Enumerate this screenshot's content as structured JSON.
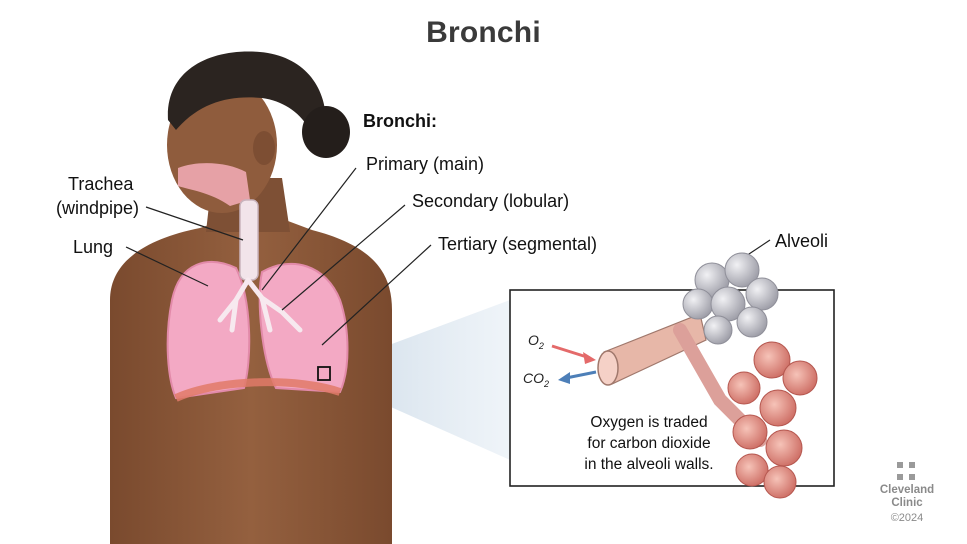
{
  "title": "Bronchi",
  "labels": {
    "bronchi_heading": "Bronchi:",
    "primary": "Primary (main)",
    "secondary": "Secondary (lobular)",
    "tertiary": "Tertiary (segmental)",
    "trachea_line1": "Trachea",
    "trachea_line2": "(windpipe)",
    "lung": "Lung",
    "alveoli": "Alveoli"
  },
  "inset": {
    "o2": "O",
    "o2_sub": "2",
    "co2": "CO",
    "co2_sub": "2",
    "caption_lines": [
      "Oxygen is traded",
      "for carbon dioxide",
      "in the alveoli walls."
    ]
  },
  "logo": {
    "line1": "Cleveland",
    "line2": "Clinic",
    "copyright": "©2024"
  },
  "colors": {
    "skin": "#8a5a3c",
    "hair": "#2b2420",
    "lung": "#f3a9c4",
    "alveoli_gray": "#c9c9d1",
    "alveoli_pink": "#e79a8f",
    "o2_arrow": "#e46a6a",
    "co2_arrow": "#4d7fb8"
  }
}
